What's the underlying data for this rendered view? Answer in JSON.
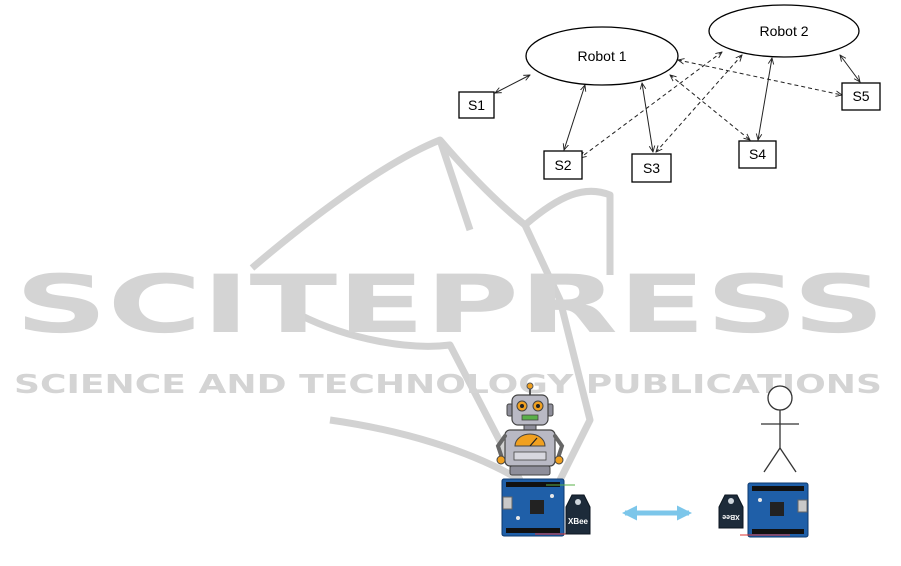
{
  "watermark": {
    "title": "SCITEPRESS",
    "subtitle": "SCIENCE AND TECHNOLOGY PUBLICATIONS"
  },
  "network_diagram": {
    "robots": [
      {
        "id": "r1",
        "label": "Robot 1"
      },
      {
        "id": "r2",
        "label": "Robot 2"
      }
    ],
    "sensors": [
      {
        "id": "s1",
        "label": "S1"
      },
      {
        "id": "s2",
        "label": "S2"
      },
      {
        "id": "s3",
        "label": "S3"
      },
      {
        "id": "s4",
        "label": "S4"
      },
      {
        "id": "s5",
        "label": "S5"
      }
    ],
    "links": [
      {
        "from": "r1",
        "to": "s1",
        "style": "solid"
      },
      {
        "from": "r1",
        "to": "s2",
        "style": "solid"
      },
      {
        "from": "r1",
        "to": "s3",
        "style": "solid"
      },
      {
        "from": "r1",
        "to": "s4",
        "style": "dashed"
      },
      {
        "from": "r1",
        "to": "s5",
        "style": "dashed"
      },
      {
        "from": "r2",
        "to": "s2",
        "style": "dashed"
      },
      {
        "from": "r2",
        "to": "s3",
        "style": "dashed"
      },
      {
        "from": "r2",
        "to": "s4",
        "style": "solid"
      },
      {
        "from": "r2",
        "to": "s5",
        "style": "solid"
      }
    ]
  },
  "hardware_illustration": {
    "xbee_label_left": "XBee",
    "xbee_label_right": "XBee",
    "colors": {
      "arrow": "#7cc6ea",
      "board": "#1f5fa8",
      "robot_body": "#b9b9c4",
      "robot_accent": "#f0a020"
    }
  }
}
